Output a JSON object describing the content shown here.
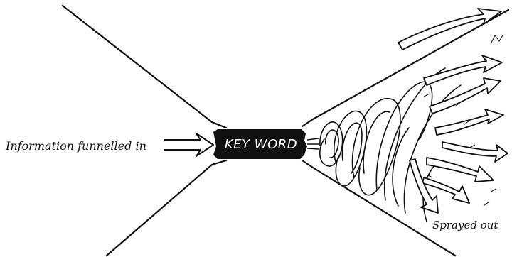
{
  "diagram": {
    "input_label": "Information funnelled in",
    "keyword": "KEY WORD",
    "output_label": "Sprayed out"
  },
  "colors": {
    "ink": "#111111",
    "paper": "#ffffff",
    "keyword_box": "#111111",
    "keyword_text": "#ffffff"
  },
  "icons": [
    "input-arrow-icon",
    "spray-arrow-icon",
    "swirl-icon"
  ]
}
